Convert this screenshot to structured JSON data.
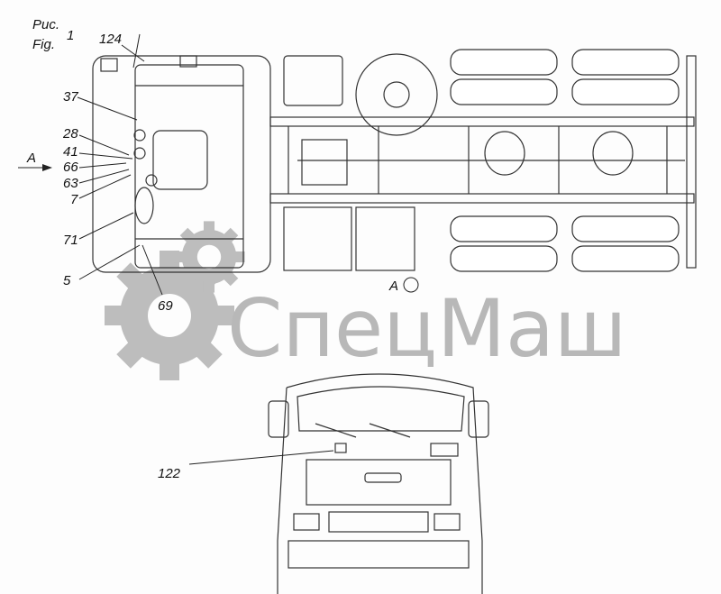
{
  "figure": {
    "caption_ru": "Рис.",
    "caption_en": "Fig.",
    "number": "1"
  },
  "view_arrow_label": "A",
  "view_label": "A",
  "callouts": [
    "124",
    "37",
    "28",
    "41",
    "66",
    "63",
    "7",
    "71",
    "5",
    "69",
    "122"
  ],
  "watermark": {
    "text": "СпецМаш",
    "color": "#b8b8b8"
  }
}
